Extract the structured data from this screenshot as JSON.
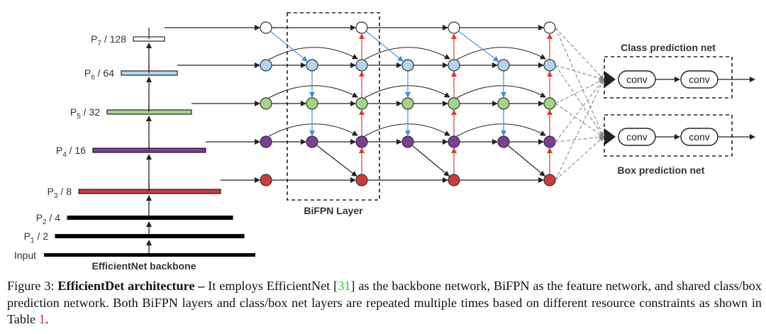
{
  "figure": {
    "levels": [
      {
        "sub": "7",
        "div": "128",
        "color": "#ffffff"
      },
      {
        "sub": "6",
        "div": "64",
        "color": "#b3d4ef"
      },
      {
        "sub": "5",
        "div": "32",
        "color": "#a6d486"
      },
      {
        "sub": "4",
        "div": "16",
        "color": "#7b3f94"
      },
      {
        "sub": "3",
        "div": "8",
        "color": "#cf3a3a"
      },
      {
        "sub": "2",
        "div": "4",
        "color": "#000000"
      },
      {
        "sub": "1",
        "div": "2",
        "color": "#000000"
      }
    ],
    "input_label": "Input",
    "backbone_label": "EfficientNet backbone",
    "bifpn_label": "BiFPN Layer",
    "class_net_label": "Class prediction net",
    "box_net_label": "Box prediction net",
    "conv_label": "conv",
    "colors": {
      "arrow": "#222222",
      "top_down": "#3d8fd8",
      "bottom_up": "#e03a3a",
      "dashed": "#888888",
      "node_stroke": "#333333"
    }
  },
  "caption": {
    "prefix": "Figure 3: ",
    "title": "EfficientDet architecture –",
    "text1": " It employs EfficientNet [",
    "ref1": "31",
    "text2": "] as the backbone network, BiFPN as the feature network, and shared class/box prediction network. Both BiFPN layers and class/box net layers are repeated multiple times based on different resource constraints as shown in Table ",
    "ref2": "1",
    "text3": "."
  }
}
